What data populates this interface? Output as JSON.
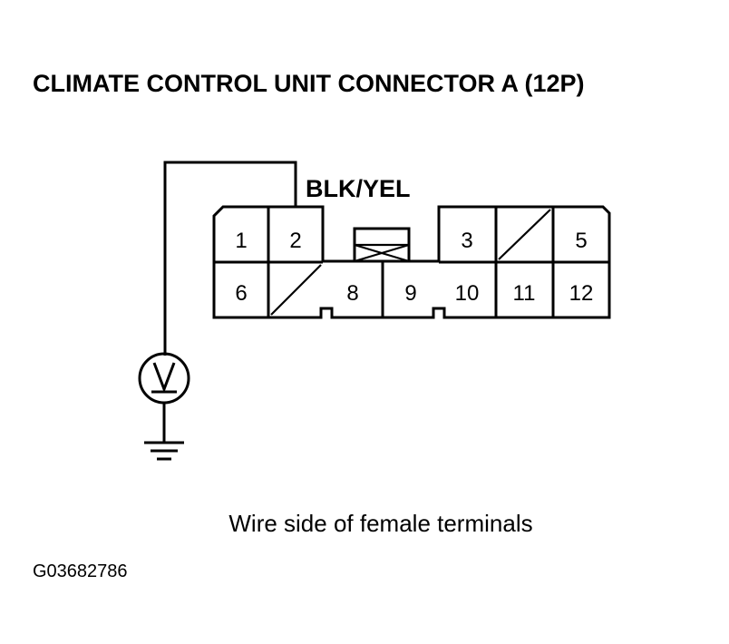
{
  "diagram": {
    "title": "CLIMATE CONTROL UNIT CONNECTOR A (12P)",
    "wire_label": "BLK/YEL",
    "caption": "Wire side of female terminals",
    "figure_code": "G03682786",
    "terminals": {
      "t1": "1",
      "t2": "2",
      "t3": "3",
      "t5": "5",
      "t6": "6",
      "t8": "8",
      "t9": "9",
      "t10": "10",
      "t11": "11",
      "t12": "12"
    }
  }
}
